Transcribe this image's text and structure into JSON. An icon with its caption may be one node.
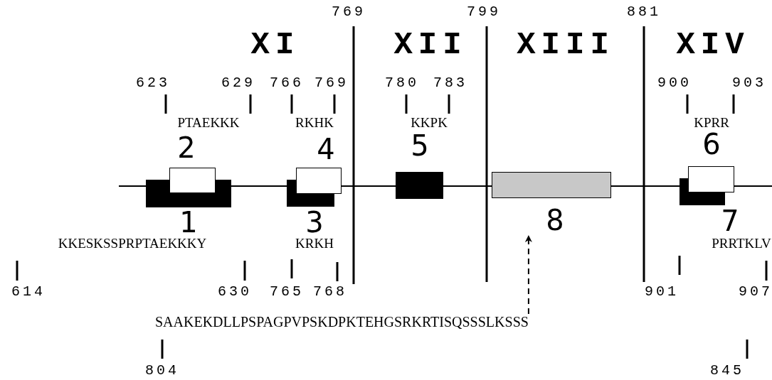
{
  "diagram": {
    "nodes": [
      {
        "text": [
          "1"
        ]
      },
      {
        "text": [
          "2"
        ]
      },
      {
        "text": [
          "3"
        ]
      },
      {
        "text": [
          "4"
        ]
      },
      {
        "text": [
          "5"
        ]
      },
      {
        "text": [
          "6"
        ]
      },
      {
        "text": [
          "7"
        ]
      },
      {
        "text": [
          "8"
        ]
      },
      {
        "text": [
          "SAAKEKDLLPSPAGPVPSKDPKTEHGSRKRTISQSSSLKSSS"
        ]
      }
    ],
    "edges": [
      {
        "from": 8,
        "to": 7,
        "arrow": "to",
        "style": "dashed"
      }
    ],
    "labels": [
      "769",
      "799",
      "881",
      "XI",
      "XII",
      "XIII",
      "XIV",
      "623",
      "629",
      "766",
      "769",
      "780",
      "783",
      "900",
      "903",
      "PTAEKKK",
      "RKHK",
      "KKPK",
      "KPRR",
      "KKESKSSPRPTAEKKKY",
      "KRKH",
      "PRRTKLV",
      "614",
      "630",
      "765",
      "768",
      "901",
      "907",
      "804",
      "845"
    ]
  }
}
